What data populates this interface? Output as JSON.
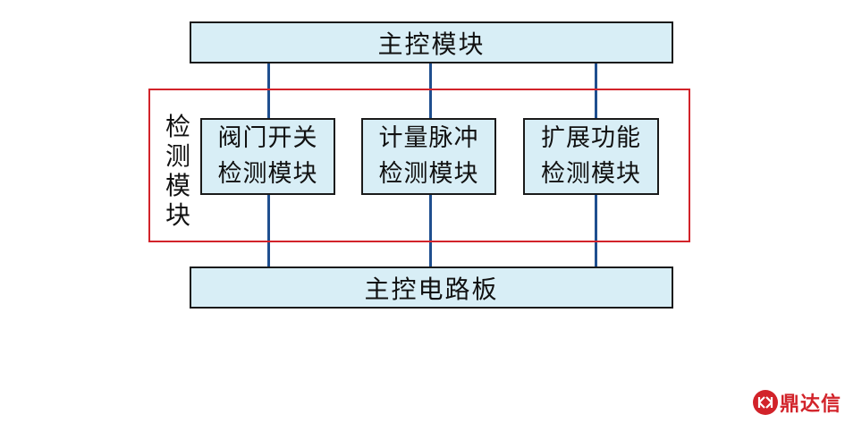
{
  "top_box": {
    "label": "主控模块"
  },
  "bottom_box": {
    "label": "主控电路板"
  },
  "group": {
    "label_chars": [
      "检",
      "测",
      "模",
      "块"
    ]
  },
  "modules": [
    {
      "line1": "阀门开关",
      "line2": "检测模块"
    },
    {
      "line1": "计量脉冲",
      "line2": "检测模块"
    },
    {
      "line1": "扩展功能",
      "line2": "检测模块"
    }
  ],
  "watermark": {
    "text": "鼎达信"
  },
  "colors": {
    "box_fill": "#d8eef6",
    "connector": "#1f4f8f",
    "group_border": "#d2232a",
    "logo": "#d2232a"
  }
}
